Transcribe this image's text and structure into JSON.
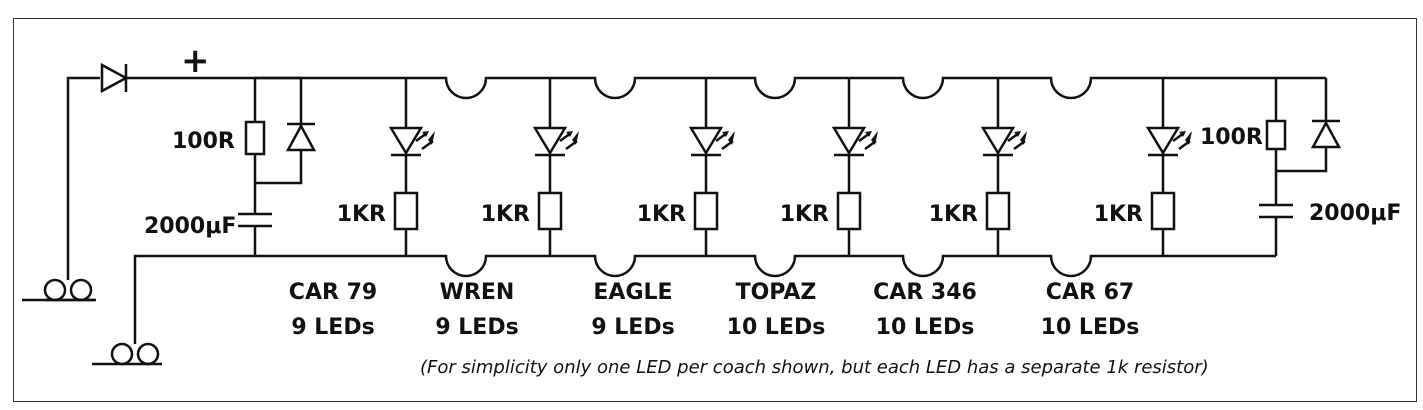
{
  "polarity": "+",
  "left": {
    "resistor": "100R",
    "capacitor": "2000μF"
  },
  "right": {
    "resistor": "100R",
    "capacitor": "2000μF"
  },
  "coaches": [
    {
      "name": "CAR 79",
      "leds": "9 LEDs",
      "resistor": "1KR"
    },
    {
      "name": "WREN",
      "leds": "9 LEDs",
      "resistor": "1KR"
    },
    {
      "name": "EAGLE",
      "leds": "9 LEDs",
      "resistor": "1KR"
    },
    {
      "name": "TOPAZ",
      "leds": "10 LEDs",
      "resistor": "1KR"
    },
    {
      "name": "CAR 346",
      "leds": "10 LEDs",
      "resistor": "1KR"
    },
    {
      "name": "CAR 67",
      "leds": "10 LEDs",
      "resistor": "1KR"
    }
  ],
  "note": "(For simplicity only one LED per coach shown, but each LED has a separate 1k resistor)"
}
